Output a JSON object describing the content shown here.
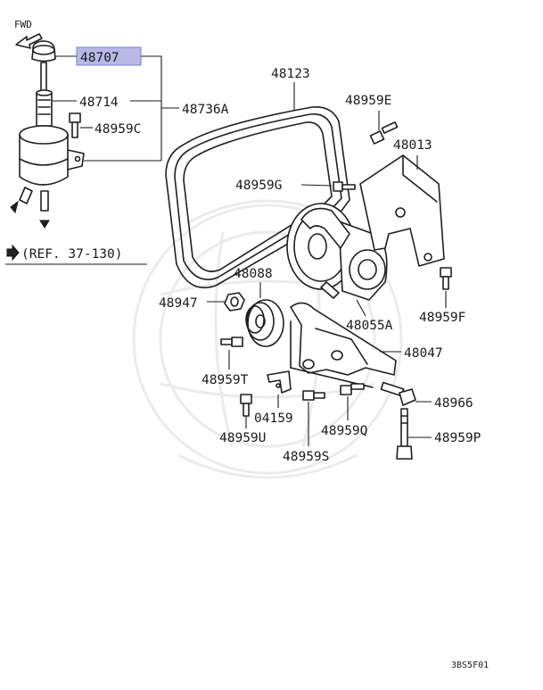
{
  "orientation": {
    "fwd_label": "FWD"
  },
  "reference": {
    "label": "(REF. 37-130)",
    "arrow_icon": "right-arrow-icon"
  },
  "highlight_color": "#b9b9e8",
  "callouts": {
    "c48707": "48707",
    "c48714": "48714",
    "c48959C": "48959C",
    "c48736A": "48736A",
    "c48123": "48123",
    "c48959E": "48959E",
    "c48013": "48013",
    "c48959G": "48959G",
    "c48088": "48088",
    "c48947": "48947",
    "c48055A": "48055A",
    "c48959F": "48959F",
    "c48047": "48047",
    "c48959T": "48959T",
    "c48966": "48966",
    "c04159": "04159",
    "c48959Q": "48959Q",
    "c48959U": "48959U",
    "c48959P": "48959P",
    "c48959S": "48959S"
  },
  "figure_code": "3BS5F01"
}
